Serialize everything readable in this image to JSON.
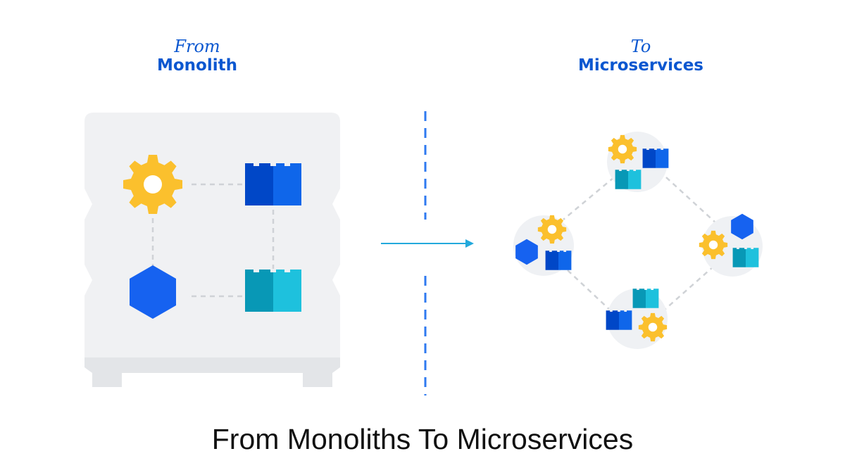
{
  "left_heading": {
    "script": "From",
    "main": "Monolith"
  },
  "right_heading": {
    "script": "To",
    "main": "Microservices"
  },
  "caption": "From Monoliths To Microservices",
  "colors": {
    "heading_blue": "#0b57d0",
    "gear_yellow": "#fbc02d",
    "hexagon_blue": "#1662f0",
    "brick_blue": "#0d5be0",
    "brick_teal": "#12b3cf",
    "arrow_cyan": "#23a9dc",
    "divider_blue": "#2f7af0",
    "panel_gray": "#f0f1f3",
    "connector_gray": "#cfd2d6"
  },
  "icons": [
    "gear-icon",
    "hexagon-icon",
    "blue-brick-icon",
    "teal-brick-icon"
  ]
}
